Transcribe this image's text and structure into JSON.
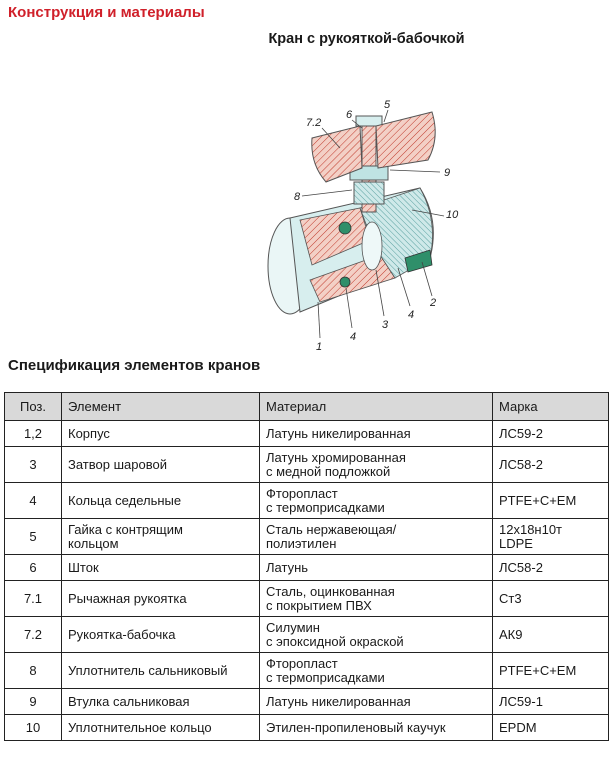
{
  "header": {
    "section_title": "Конструкция и материалы",
    "diagram_title": "Кран с рукояткой-бабочкой"
  },
  "diagram": {
    "callouts": [
      "7.2",
      "6",
      "5",
      "9",
      "8",
      "10",
      "1",
      "4",
      "3",
      "4",
      "2"
    ],
    "colors": {
      "handle": "#f1c4b6",
      "body": "#bfe3e3",
      "hatch": "#c0392b",
      "seal": "#2f8f6a"
    }
  },
  "spec": {
    "title": "Спецификация элементов кранов",
    "columns": [
      "Поз.",
      "Элемент",
      "Материал",
      "Марка"
    ],
    "rows": [
      {
        "pos": "1,2",
        "element": "Корпус",
        "material": "Латунь никелированная",
        "grade": "ЛС59-2"
      },
      {
        "pos": "3",
        "element": "Затвор шаровой",
        "material": "Латунь хромированная\nс медной подложкой",
        "grade": "ЛС58-2"
      },
      {
        "pos": "4",
        "element": "Кольца седельные",
        "material": "Фторопласт\nс термоприсадками",
        "grade": "PTFE+C+EM"
      },
      {
        "pos": "5",
        "element": "Гайка с контрящим\nкольцом",
        "material": "Сталь нержавеющая/\nполиэтилен",
        "grade": "12х18н10т\nLDPE"
      },
      {
        "pos": "6",
        "element": "Шток",
        "material": "Латунь",
        "grade": "ЛС58-2"
      },
      {
        "pos": "7.1",
        "element": "Рычажная рукоятка",
        "material": "Сталь, оцинкованная\nс покрытием ПВХ",
        "grade": "Ст3"
      },
      {
        "pos": "7.2",
        "element": "Рукоятка-бабочка",
        "material": "Силумин\nс эпоксидной окраской",
        "grade": "АК9"
      },
      {
        "pos": "8",
        "element": "Уплотнитель сальниковый",
        "material": "Фторопласт\nс термоприсадками",
        "grade": "PTFE+C+EM"
      },
      {
        "pos": "9",
        "element": "Втулка сальниковая",
        "material": "Латунь никелированная",
        "grade": "ЛС59-1"
      },
      {
        "pos": "10",
        "element": "Уплотнительное кольцо",
        "material": "Этилен-пропиленовый каучук",
        "grade": "EPDM"
      }
    ]
  }
}
